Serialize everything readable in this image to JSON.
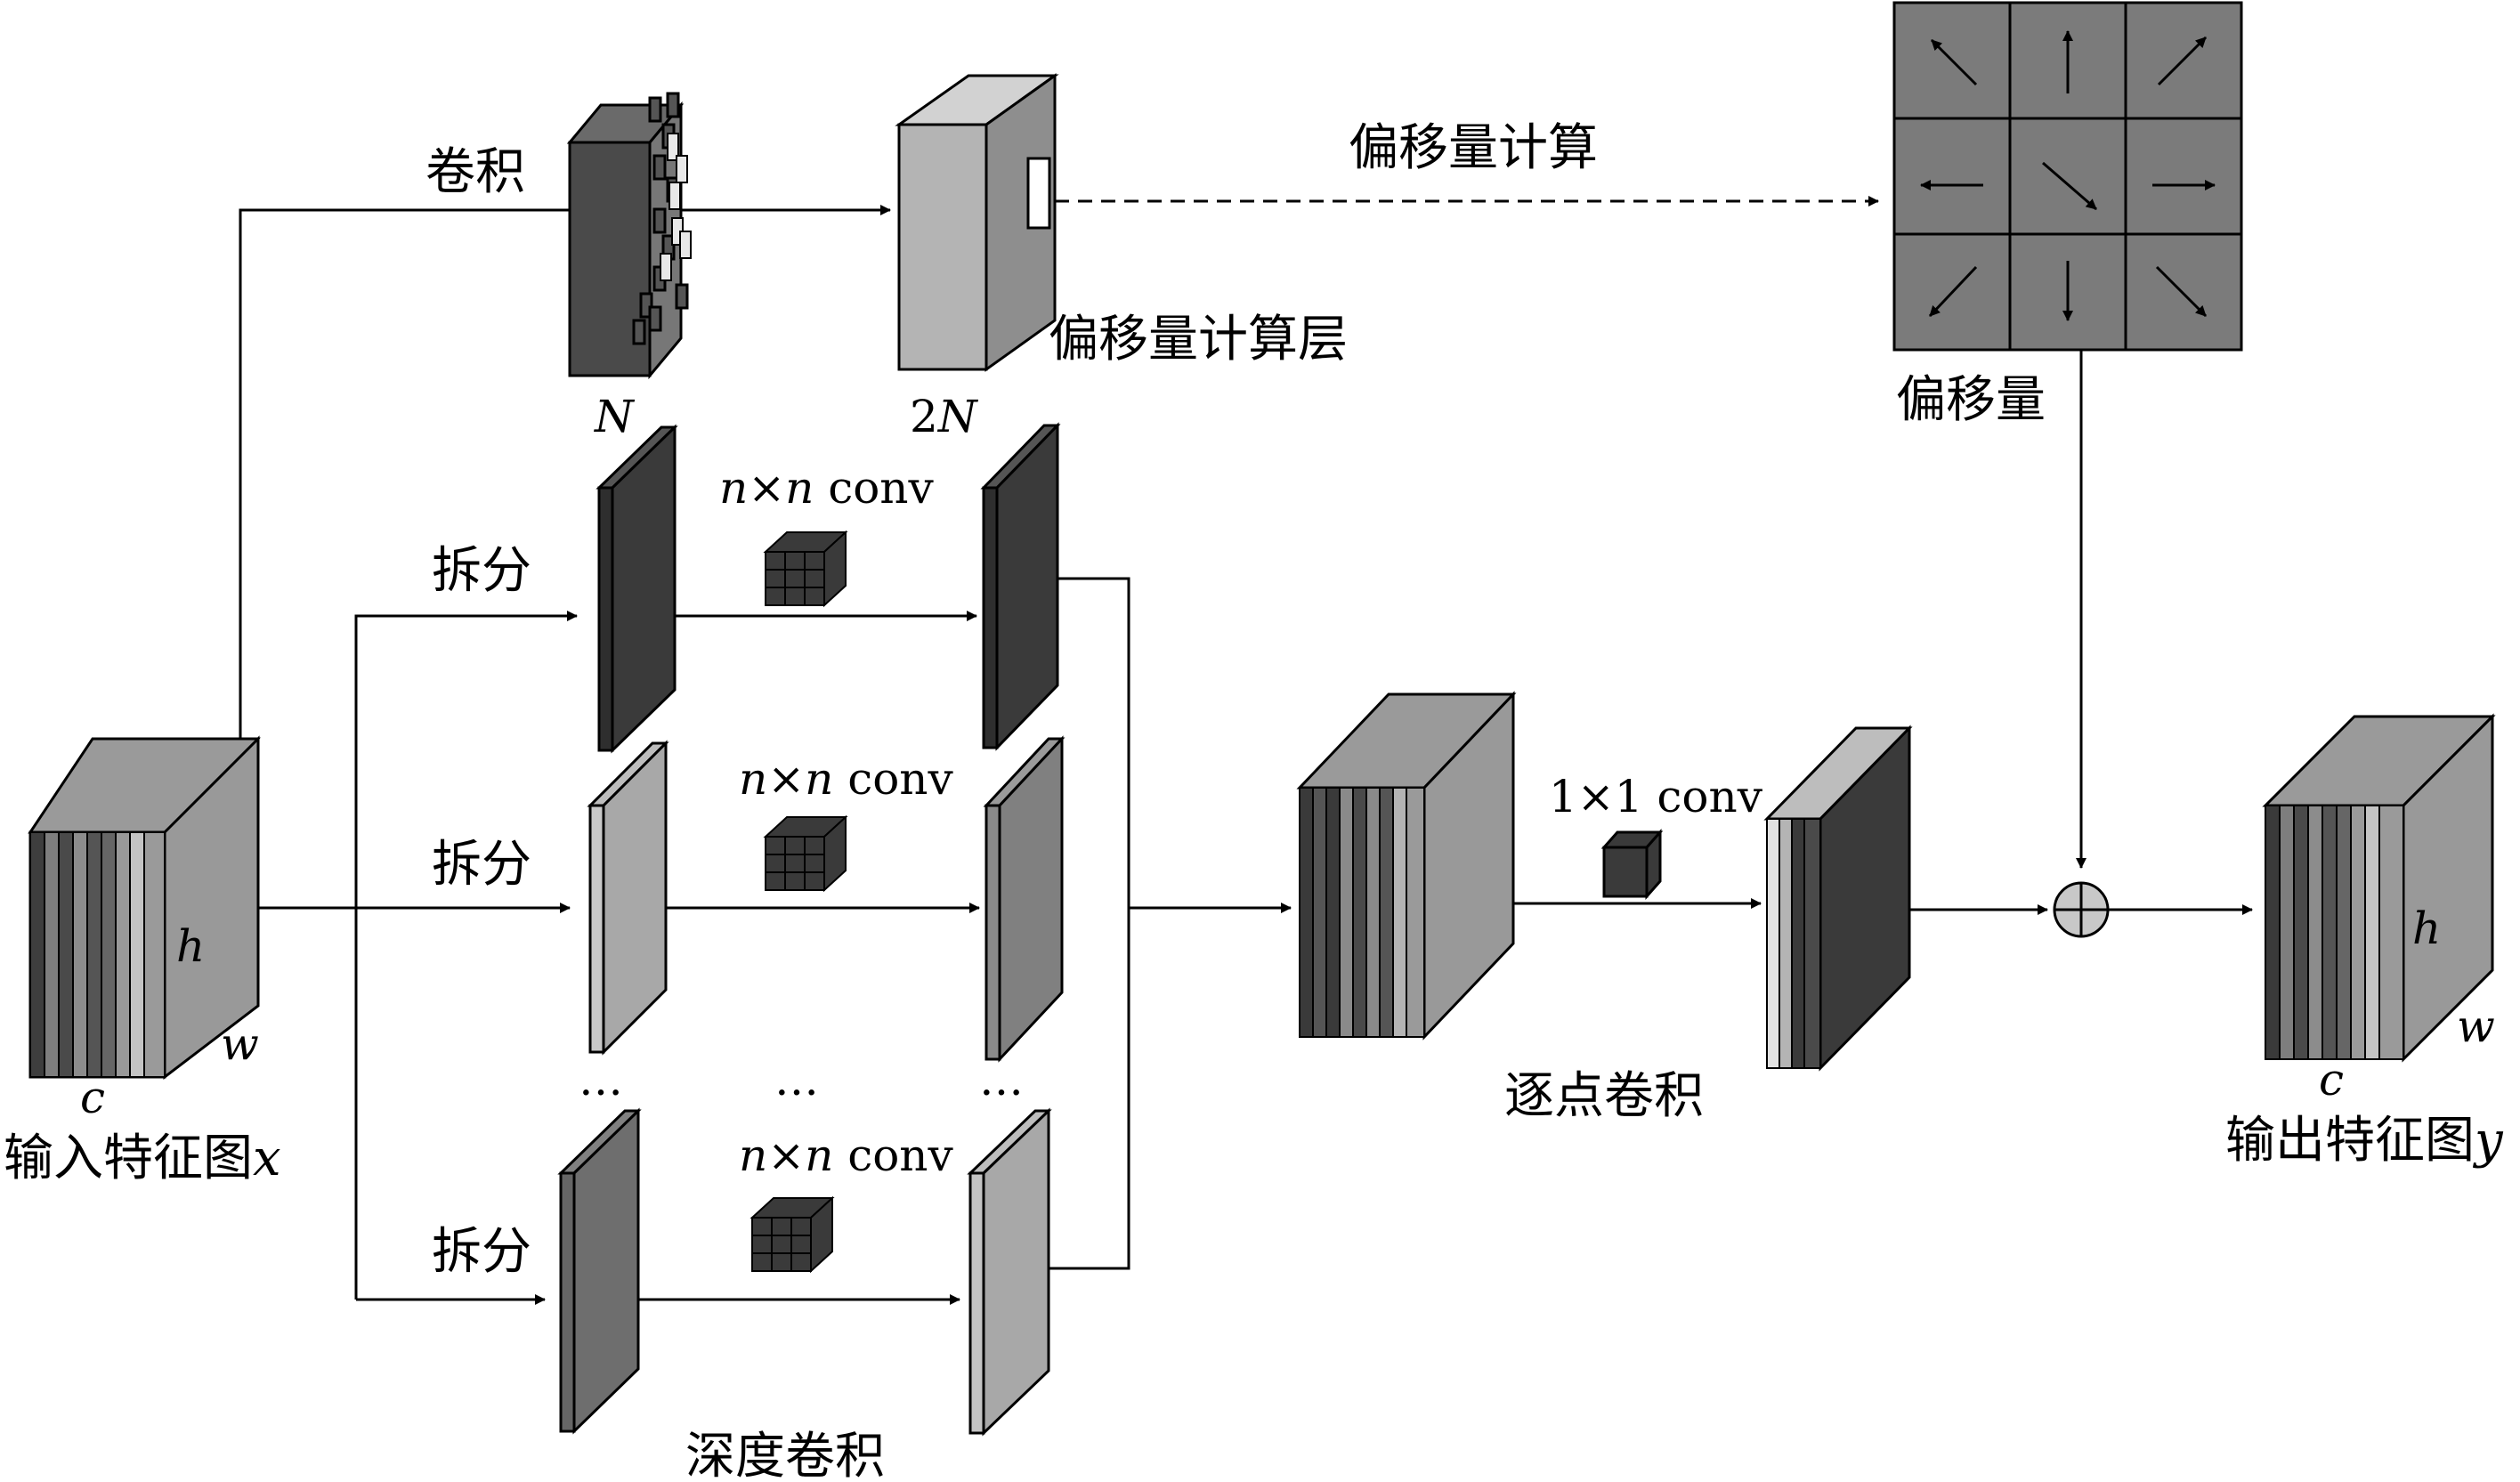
{
  "labels": {
    "conv": "卷积",
    "offset_calc": "偏移量计算",
    "offset_layer": "偏移量计算层",
    "offset": "偏移量",
    "n_label": "N",
    "two_n_prefix": "2",
    "two_n_var": "N",
    "split_1": "拆分",
    "split_2": "拆分",
    "split_3": "拆分",
    "nxn_1_a": "n",
    "nxn_1_b": "×",
    "nxn_1_c": "n",
    "nxn_1_d": " conv",
    "nxn_2_a": "n",
    "nxn_2_b": "×",
    "nxn_2_c": "n",
    "nxn_2_d": " conv",
    "nxn_3_a": "n",
    "nxn_3_b": "×",
    "nxn_3_c": "n",
    "nxn_3_d": " conv",
    "one_by_one": "1×1 conv",
    "ellipsis_1": "…",
    "ellipsis_2": "…",
    "ellipsis_3": "…",
    "input_h": "h",
    "input_w": "w",
    "input_c": "c",
    "input_title": "输入特征图",
    "input_var": "x",
    "output_h": "h",
    "output_w": "w",
    "output_c": "c",
    "output_title": "输出特征图",
    "output_var": "y",
    "pointwise": "逐点卷积",
    "depthwise": "深度卷积"
  },
  "offset_grid_arrows": [
    "arrow-up-left",
    "arrow-up",
    "arrow-up-right",
    "arrow-left",
    "arrow-down-right",
    "arrow-right",
    "arrow-down-left",
    "arrow-down",
    "arrow-down-right"
  ],
  "colors": {
    "dark_gray": "#3a3a3a",
    "mid_gray": "#808080",
    "light_gray": "#b4b4b4",
    "grid_fill": "#7b7b7b"
  }
}
